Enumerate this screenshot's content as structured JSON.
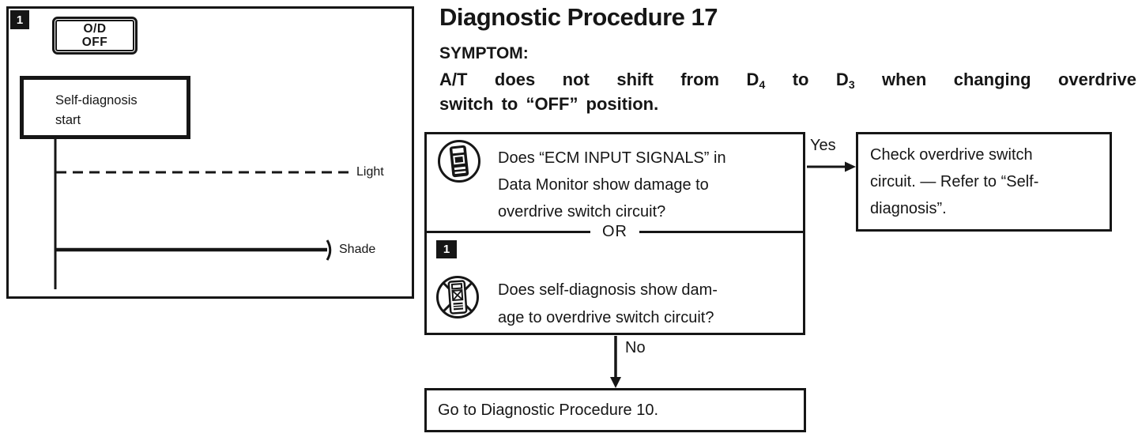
{
  "colors": {
    "ink": "#161616",
    "paper": "#ffffff"
  },
  "header": {
    "title": "Diagnostic Procedure 17",
    "symptom_label": "SYMPTOM:",
    "symptom_line1_part1": "A/T does not shift from D",
    "symptom_line1_sub1": "4",
    "symptom_line1_part2": " to D",
    "symptom_line1_sub2": "3",
    "symptom_line1_part3": " when changing overdrive",
    "symptom_line2": "switch to “OFF” position."
  },
  "left_panel": {
    "step_badge": "1",
    "od_off_indicator": {
      "line1": "O/D",
      "line2": "OFF"
    },
    "self_diagnosis_box": {
      "line1": "Self-diagnosis",
      "line2": "start"
    },
    "light_label": "Light",
    "shade_label": "Shade"
  },
  "flowchart": {
    "question_box": {
      "with_consult": {
        "line1": "Does “ECM INPUT SIGNALS” in",
        "line2": "Data Monitor show damage to",
        "line3": "overdrive switch circuit?"
      },
      "or_label": "OR",
      "step_badge": "1",
      "without_consult": {
        "line1": "Does self-diagnosis show dam-",
        "line2": "age to overdrive switch circuit?"
      }
    },
    "yes_label": "Yes",
    "no_label": "No",
    "check_box": {
      "line1": "Check overdrive switch",
      "line2": "circuit. — Refer to “Self-",
      "line3": "diagnosis”."
    },
    "goto_box": {
      "text": "Go to Diagnostic Procedure 10."
    }
  }
}
